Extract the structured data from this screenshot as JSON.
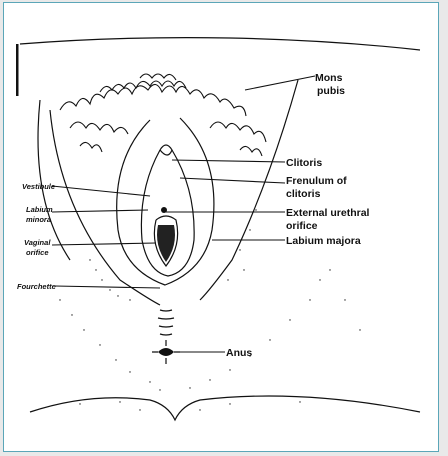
{
  "diagram": {
    "labels": {
      "mons_pubis": [
        "Mons",
        "pubis"
      ],
      "clitoris": "Clitoris",
      "frenulum": [
        "Frenulum of",
        "clitoris"
      ],
      "urethral": [
        "External urethral",
        "orifice"
      ],
      "labium_majora": "Labium majora",
      "anus": "Anus",
      "vestibule": "Vestibule",
      "labium_minora": [
        "Labium",
        "minora"
      ],
      "vaginal": [
        "Vaginal",
        "orifice"
      ],
      "fourchette": "Fourchette"
    },
    "colors": {
      "frame_border": "#5ba6b8",
      "background": "#e9e9e9",
      "ink": "#111111"
    }
  }
}
